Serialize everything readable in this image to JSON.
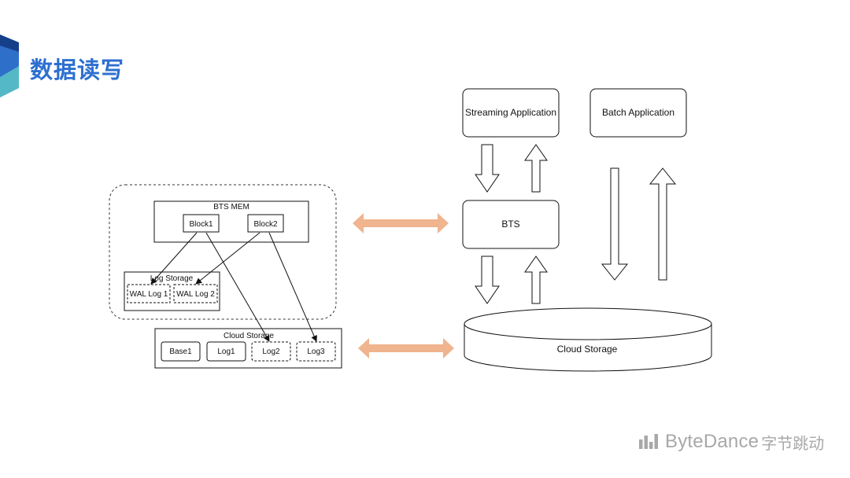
{
  "slide": {
    "title": "数据读写"
  },
  "left": {
    "bts_mem": {
      "label": "BTS MEM",
      "blocks": [
        "Block1",
        "Block2"
      ]
    },
    "log_storage": {
      "label": "Log Storage",
      "logs": [
        "WAL Log 1",
        "WAL Log 2"
      ]
    },
    "cloud_storage": {
      "label": "Cloud Storage",
      "items": [
        "Base1",
        "Log1",
        "Log2",
        "Log3"
      ]
    }
  },
  "right": {
    "streaming_app": "Streaming Application",
    "batch_app": "Batch Application",
    "bts": "BTS",
    "cloud_storage": "Cloud Storage"
  },
  "colors": {
    "title": "#2d6fd1",
    "sync_arrow": "#f0b48e",
    "line": "#111111",
    "brand": "#a8a8a8"
  },
  "brand": {
    "name": "ByteDance",
    "cn": "字节跳动",
    "icon": "bytedance-logo-icon"
  }
}
